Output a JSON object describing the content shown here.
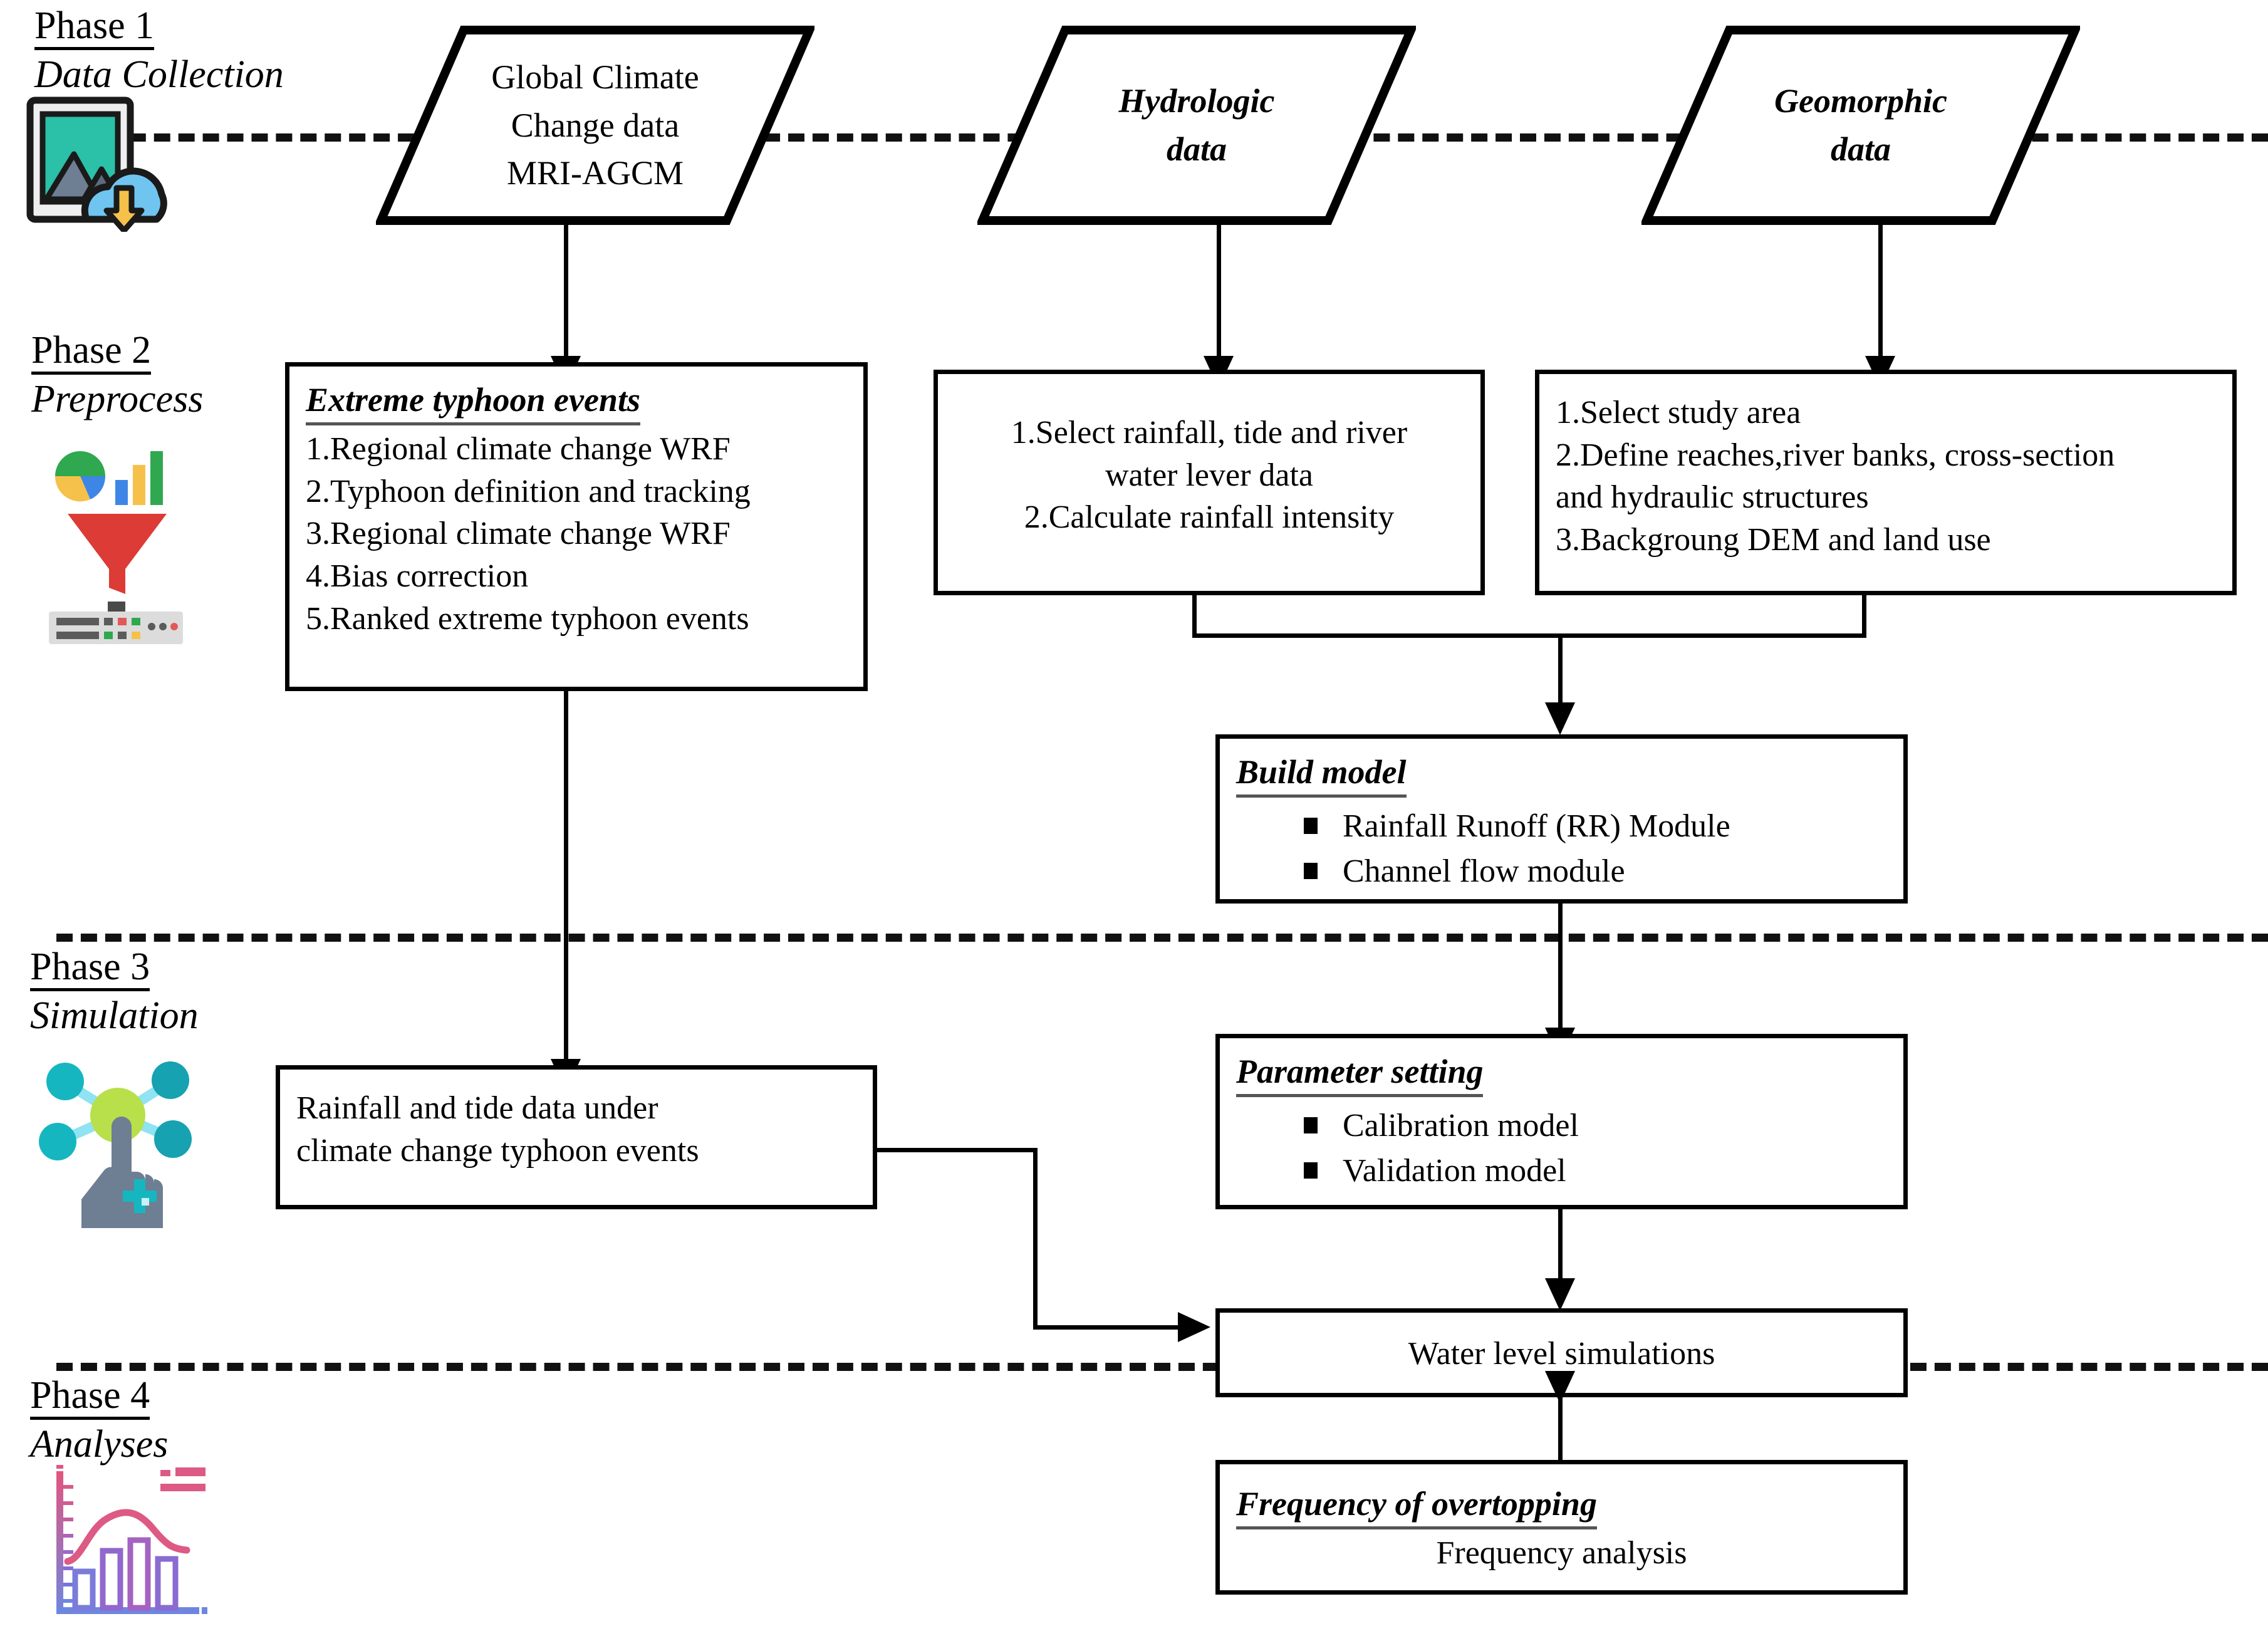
{
  "diagram": {
    "title": "Research methodology flowchart",
    "phases": [
      {
        "id": "phase1",
        "label": "Phase 1",
        "name": "Data Collection",
        "icon": "image-cloud-download-icon"
      },
      {
        "id": "phase2",
        "label": "Phase 2",
        "name": "Preprocess",
        "icon": "data-funnel-icon"
      },
      {
        "id": "phase3",
        "label": "Phase 3",
        "name": "Simulation",
        "icon": "network-touch-icon"
      },
      {
        "id": "phase4",
        "label": "Phase 4",
        "name": "Analyses",
        "icon": "bar-line-chart-icon"
      }
    ],
    "inputs": [
      {
        "id": "global-climate-data",
        "lines": [
          "Global Climate",
          "Change data",
          "MRI-AGCM"
        ],
        "italic": false
      },
      {
        "id": "hydrologic-data",
        "lines": [
          "Hydrologic",
          "data"
        ],
        "italic": true
      },
      {
        "id": "geomorphic-data",
        "lines": [
          "Geomorphic",
          "data"
        ],
        "italic": true
      }
    ],
    "boxes": {
      "extreme_typhoon_events": {
        "heading": "Extreme typhoon events",
        "items": [
          "1.Regional climate change WRF",
          "2.Typhoon definition and tracking",
          "3.Regional climate change WRF",
          "4.Bias correction",
          "5.Ranked extreme typhoon events"
        ]
      },
      "hydrologic_preprocess": {
        "lines": [
          "1.Select rainfall, tide and river",
          "water lever data",
          "2.Calculate rainfall intensity"
        ]
      },
      "geomorphic_preprocess": {
        "lines": [
          "1.Select study area",
          "2.Define reaches,river banks, cross-section",
          "and hydraulic structures",
          "3.Backgroung DEM and land use"
        ]
      },
      "build_model": {
        "heading": "Build model",
        "bullets": [
          "Rainfall Runoff (RR) Module",
          "Channel flow module"
        ]
      },
      "rainfall_tide_data": {
        "lines": [
          "Rainfall and tide data under",
          "climate change typhoon events"
        ]
      },
      "parameter_setting": {
        "heading": "Parameter setting",
        "bullets": [
          "Calibration model",
          "Validation model"
        ]
      },
      "water_level_simulations": {
        "text": "Water level simulations"
      },
      "frequency_of_overtopping": {
        "heading": "Frequency of overtopping",
        "text": "Frequency analysis"
      }
    },
    "colors": {
      "stroke": "#000000",
      "background": "#ffffff",
      "icon_teal": "#22B8A6",
      "icon_blue": "#6FC5F0",
      "icon_amber": "#F6C14A",
      "icon_red": "#DC3B36",
      "icon_pink": "#DB5A86",
      "icon_purple": "#9B6FD6",
      "icon_indigo": "#6F86E0",
      "icon_slate": "#6E7E93",
      "icon_green": "#2FA84F"
    }
  }
}
